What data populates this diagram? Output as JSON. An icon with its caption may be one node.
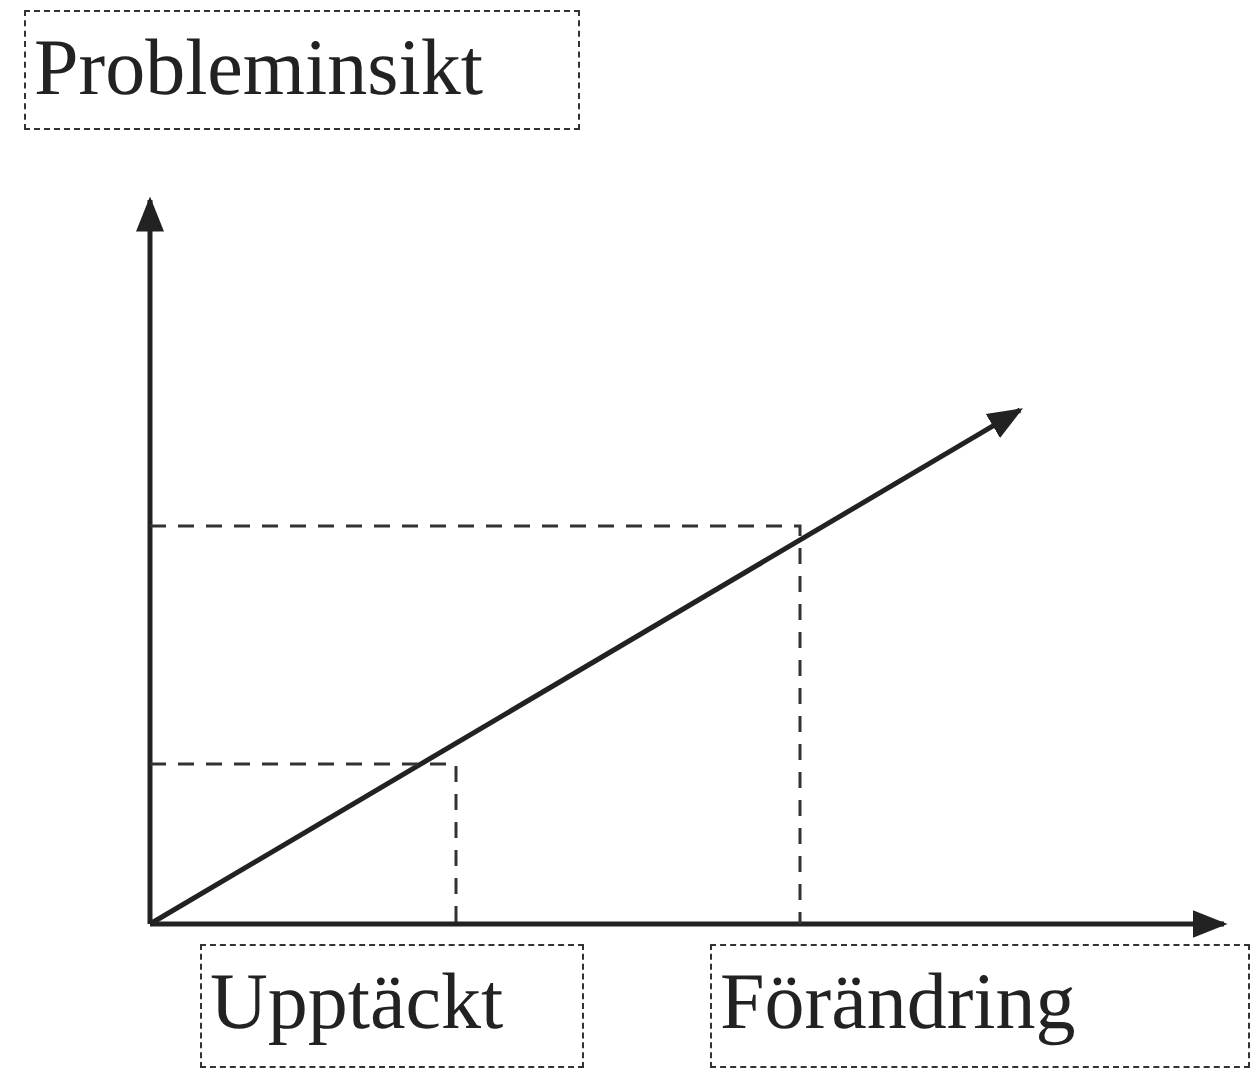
{
  "diagram": {
    "nodes": [
      {
        "text": [
          "Probleminsikt"
        ]
      },
      {
        "text": [
          "Upptäckt"
        ]
      },
      {
        "text": [
          "Förändring"
        ]
      }
    ]
  }
}
